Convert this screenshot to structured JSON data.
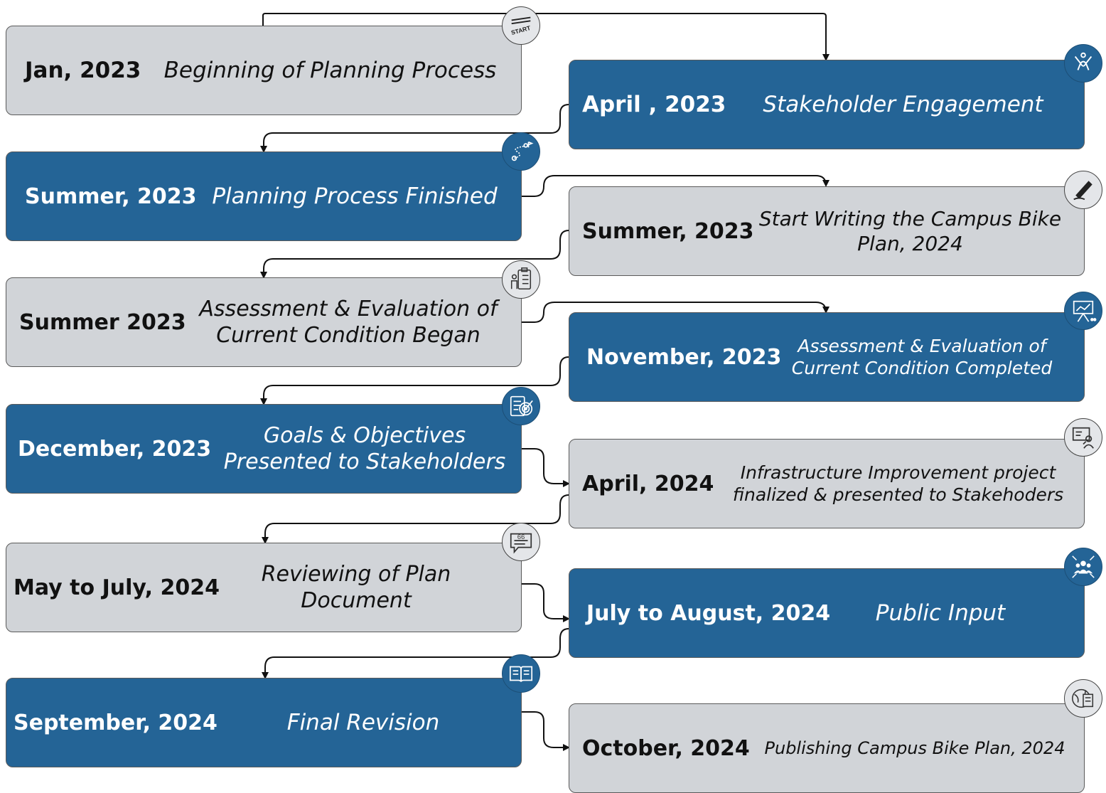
{
  "timeline": {
    "steps": [
      {
        "date": "Jan, 2023",
        "description": "Beginning of Planning Process",
        "theme": "gray",
        "icon": "start-line-icon"
      },
      {
        "date": "April , 2023",
        "description": "Stakeholder Engagement",
        "theme": "blue",
        "icon": "handshake-icon"
      },
      {
        "date": "Summer, 2023",
        "description": "Planning Process Finished",
        "theme": "blue",
        "icon": "route-map-icon"
      },
      {
        "date": "Summer, 2023",
        "description": "Start Writing the Campus Bike Plan, 2024",
        "theme": "gray",
        "icon": "pen-icon"
      },
      {
        "date": "Summer 2023",
        "description": "Assessment & Evaluation of Current Condition Began",
        "theme": "gray",
        "icon": "clipboard-person-icon"
      },
      {
        "date": "November, 2023",
        "description": "Assessment & Evaluation of Current Condition Completed",
        "theme": "blue",
        "icon": "presentation-board-icon"
      },
      {
        "date": "December, 2023",
        "description": "Goals & Objectives Presented to Stakeholders",
        "theme": "blue",
        "icon": "clipboard-target-icon"
      },
      {
        "date": "April, 2024",
        "description": "Infrastructure Improvement project finalized & presented to Stakehoders",
        "theme": "gray",
        "icon": "presenter-icon"
      },
      {
        "date": "May to July, 2024",
        "description": "Reviewing of Plan Document",
        "theme": "gray",
        "icon": "quote-bubble-icon"
      },
      {
        "date": "July to August, 2024",
        "description": "Public Input",
        "theme": "blue",
        "icon": "people-group-icon"
      },
      {
        "date": "September, 2024",
        "description": "Final Revision",
        "theme": "blue",
        "icon": "open-book-icon"
      },
      {
        "date": "October, 2024",
        "description": "Publishing Campus Bike Plan, 2024",
        "theme": "gray",
        "icon": "globe-document-icon"
      }
    ]
  },
  "colors": {
    "blue": "#246496",
    "gray": "#d1d4d8",
    "line": "#111111"
  }
}
